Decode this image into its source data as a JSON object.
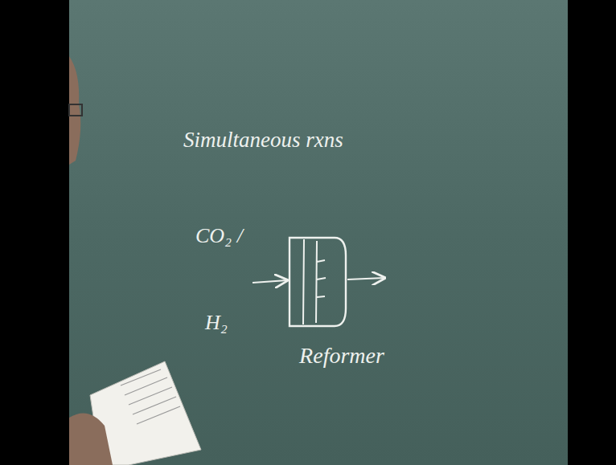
{
  "diagram": {
    "title": "Simultaneous rxns",
    "nodes": [
      {
        "text": [
          "Reformer"
        ]
      }
    ],
    "labels": [
      "CO₂ /",
      "H₂"
    ]
  }
}
